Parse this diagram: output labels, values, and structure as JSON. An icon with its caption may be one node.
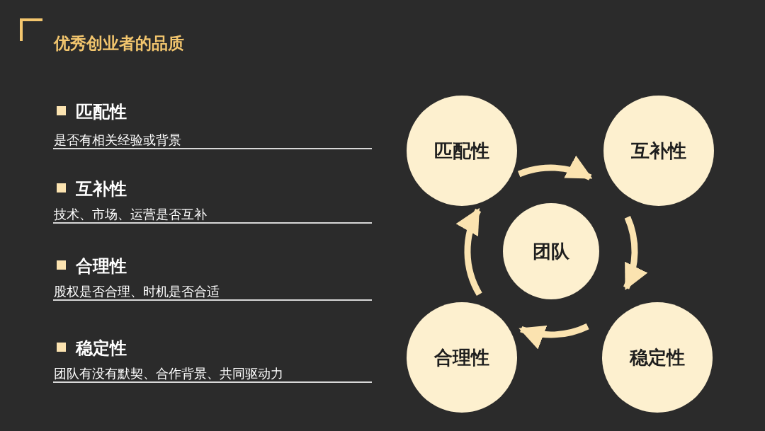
{
  "diagram": {
    "title": "优秀创业者的品质",
    "nodes": [
      {
        "text": [
          "匹配性"
        ]
      },
      {
        "text": [
          "互补性"
        ]
      },
      {
        "text": [
          "团队"
        ]
      },
      {
        "text": [
          "合理性"
        ]
      },
      {
        "text": [
          "稳定性"
        ]
      }
    ],
    "edges": [
      {
        "from": 0,
        "to": 1,
        "arrow": "to"
      },
      {
        "from": 1,
        "to": 4,
        "arrow": "to"
      },
      {
        "from": 4,
        "to": 3,
        "arrow": "to"
      },
      {
        "from": 3,
        "to": 0,
        "arrow": "to"
      }
    ],
    "labels": [
      "匹配性",
      "是否有相关经验或背景",
      "互补性",
      "技术、市场、运营是否互补",
      "合理性",
      "股权是否合理、时机是否合适",
      "稳定性",
      "团队有没有默契、合作背景、共同驱动力"
    ]
  }
}
